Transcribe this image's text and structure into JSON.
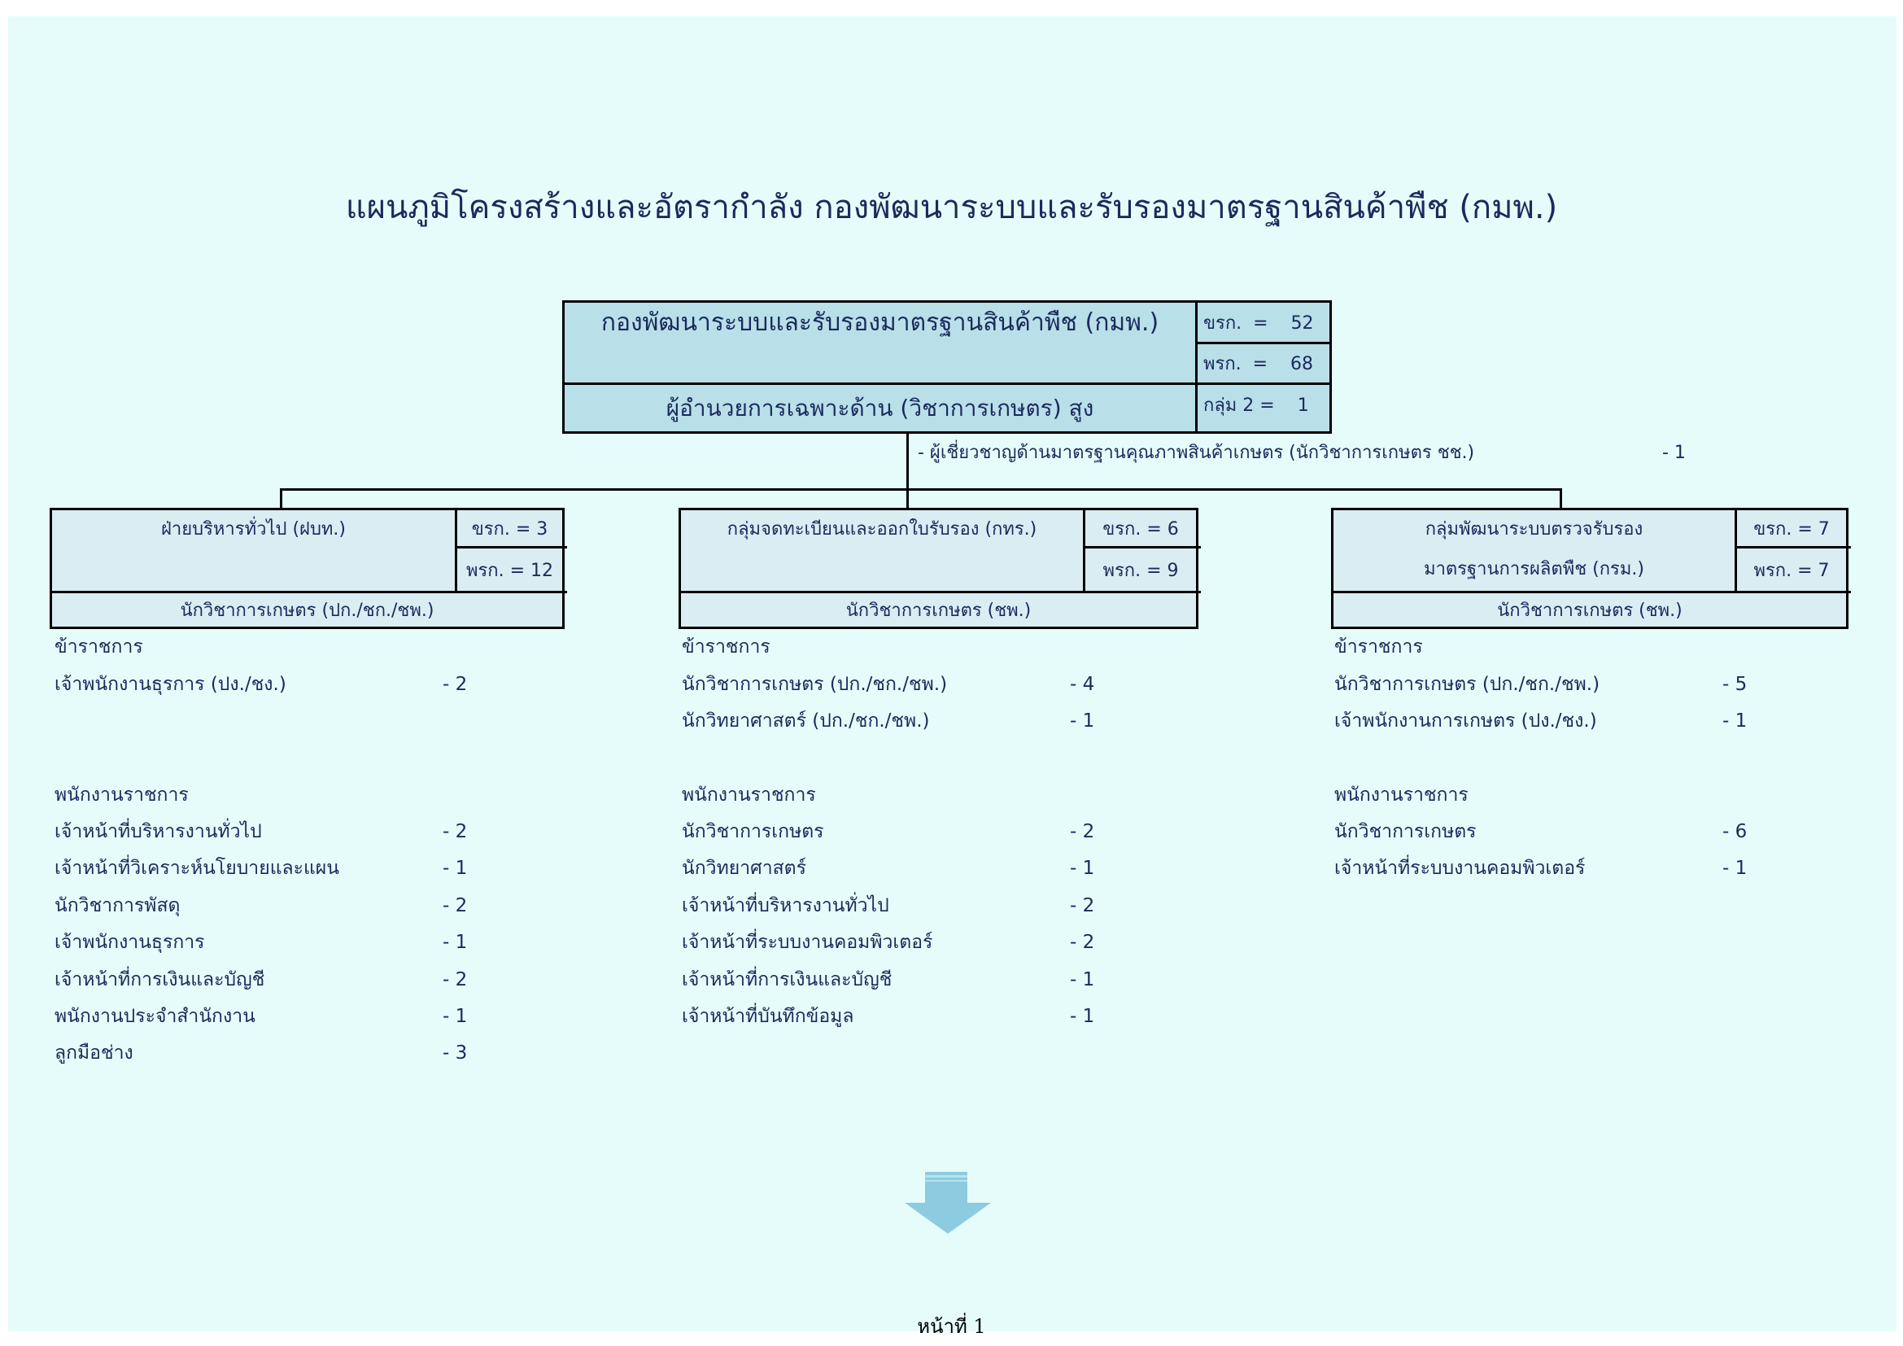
{
  "title": "แผนภูมิโครงสร้างและอัตรากำลัง กองพัฒนาระบบและรับรองมาตรฐานสินค้าพืช (กมพ.)",
  "main_unit": {
    "name": "กองพัฒนาระบบและรับรองมาตรฐานสินค้าพืช (กมพ.)",
    "officials": "ขรก.  =    52",
    "employees": "พรก.  =    68",
    "head": "ผู้อำนวยการเฉพาะด้าน (วิชาการเกษตร) สูง",
    "head_group": "กลุ่ม 2 =    1",
    "expert_note": "- ผู้เชี่ยวชาญด้านมาตรฐานคุณภาพสินค้าเกษตร (นักวิชาการเกษตร ชช.)",
    "expert_count": "- 1"
  },
  "units": [
    {
      "name_line1": "ฝ่ายบริหารทั่วไป (ฝบท.)",
      "name_line2": "",
      "officials": "ขรก. = 3",
      "employees": "พรก. = 12",
      "head": "นักวิชาการเกษตร (ปก./ชก./ชพ.)",
      "civil_header": "ข้าราชการ",
      "civil": [
        {
          "title": "เจ้าพนักงานธุรการ (ปง./ชง.)",
          "count": "- 2"
        }
      ],
      "gov_header": "พนักงานราชการ",
      "gov": [
        {
          "title": "เจ้าหน้าที่บริหารงานทั่วไป",
          "count": "- 2"
        },
        {
          "title": "เจ้าหน้าที่วิเคราะห์นโยบายและแผน",
          "count": "- 1"
        },
        {
          "title": "นักวิชาการพัสดุ",
          "count": "- 2"
        },
        {
          "title": "เจ้าพนักงานธุรการ",
          "count": "- 1"
        },
        {
          "title": "เจ้าหน้าที่การเงินและบัญชี",
          "count": "- 2"
        },
        {
          "title": "พนักงานประจำสำนักงาน",
          "count": "- 1"
        },
        {
          "title": "ลูกมือช่าง",
          "count": "- 3"
        }
      ]
    },
    {
      "name_line1": "กลุ่มจดทะเบียนและออกใบรับรอง (กทร.)",
      "name_line2": "",
      "officials": "ขรก. = 6",
      "employees": "พรก. = 9",
      "head": "นักวิชาการเกษตร (ชพ.)",
      "civil_header": "ข้าราชการ",
      "civil": [
        {
          "title": "นักวิชาการเกษตร (ปก./ชก./ชพ.)",
          "count": "- 4"
        },
        {
          "title": "นักวิทยาศาสตร์ (ปก./ชก./ชพ.)",
          "count": "- 1"
        }
      ],
      "gov_header": "พนักงานราชการ",
      "gov": [
        {
          "title": "นักวิชาการเกษตร",
          "count": "- 2"
        },
        {
          "title": "นักวิทยาศาสตร์",
          "count": "- 1"
        },
        {
          "title": "เจ้าหน้าที่บริหารงานทั่วไป",
          "count": "- 2"
        },
        {
          "title": "เจ้าหน้าที่ระบบงานคอมพิวเตอร์",
          "count": "- 2"
        },
        {
          "title": "เจ้าหน้าที่การเงินและบัญชี",
          "count": "- 1"
        },
        {
          "title": "เจ้าหน้าที่บันทึกข้อมูล",
          "count": "- 1"
        }
      ]
    },
    {
      "name_line1": "กลุ่มพัฒนาระบบตรวจรับรอง",
      "name_line2": "มาตรฐานการผลิตพืช (กรม.)",
      "officials": "ขรก. = 7",
      "employees": "พรก. = 7",
      "head": "นักวิชาการเกษตร (ชพ.)",
      "civil_header": "ข้าราชการ",
      "civil": [
        {
          "title": "นักวิชาการเกษตร (ปก./ชก./ชพ.)",
          "count": "- 5"
        },
        {
          "title": "เจ้าพนักงานการเกษตร (ปง./ชง.)",
          "count": "- 1"
        }
      ],
      "gov_header": "พนักงานราชการ",
      "gov": [
        {
          "title": "นักวิชาการเกษตร",
          "count": "- 6"
        },
        {
          "title": "เจ้าหน้าที่ระบบงานคอมพิวเตอร์",
          "count": "- 1"
        }
      ]
    }
  ],
  "next_page_icon": "arrow-down-icon",
  "footer": "หน้าที่ 1",
  "colors": {
    "background": "#e6fcfa",
    "main_box": "#b9dfe8",
    "sub_box": "#daedf3",
    "text": "#1b2a5c",
    "arrow": "#8ccbe0"
  }
}
